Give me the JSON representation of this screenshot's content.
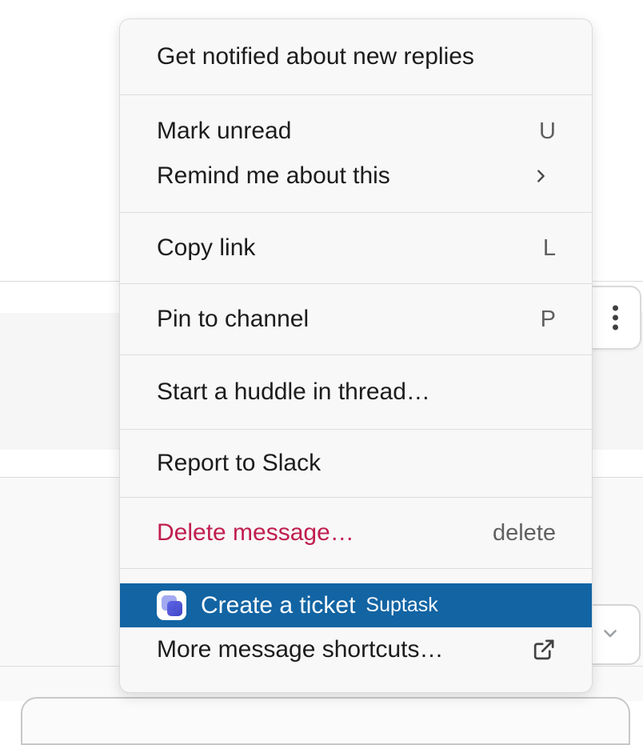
{
  "app": "slack-message-context-menu",
  "colors": {
    "menu_background": "#f8f8f8",
    "divider": "#dddddd",
    "item_text": "#1d1c1d",
    "shortcut_text": "#616061",
    "destructive_text": "#c01e4e",
    "highlight_background": "#1264a3",
    "highlight_text": "#ffffff",
    "hovered_message_row": "#f6f6f6"
  },
  "menu": {
    "groups": [
      {
        "items": [
          {
            "label": "Get notified about new replies"
          }
        ]
      },
      {
        "items": [
          {
            "label": "Mark unread",
            "shortcut": "U"
          },
          {
            "label": "Remind me about this",
            "submenu": true
          }
        ]
      },
      {
        "items": [
          {
            "label": "Copy link",
            "shortcut": "L"
          }
        ]
      },
      {
        "items": [
          {
            "label": "Pin to channel",
            "shortcut": "P"
          }
        ]
      },
      {
        "items": [
          {
            "label": "Start a huddle in thread…"
          }
        ]
      },
      {
        "items": [
          {
            "label": "Report to Slack"
          }
        ]
      },
      {
        "items": [
          {
            "label": "Delete message…",
            "shortcut": "delete",
            "destructive": true
          }
        ]
      },
      {
        "items": [
          {
            "label": "Create a ticket",
            "app": "Suptask",
            "highlighted": true,
            "icon": "suptask-app-icon"
          },
          {
            "label": "More message shortcuts…",
            "external": true
          }
        ]
      }
    ]
  },
  "background": {
    "hover_toolbar_icon": "more-actions-kebab",
    "scroll_button_icon": "chevron-down"
  }
}
